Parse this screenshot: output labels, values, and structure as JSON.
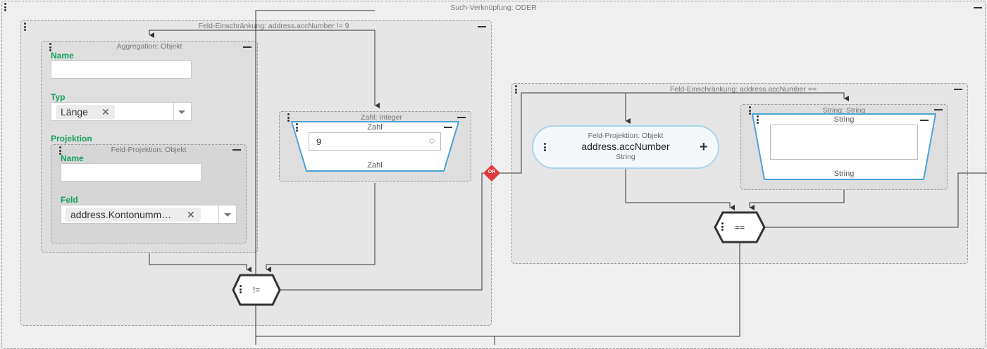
{
  "colors": {
    "green_label": "#13a05a",
    "node_blue": "#4aa3d8",
    "wire": "#333333",
    "or_red": "#e03a3a"
  },
  "outer_group": {
    "title": "Such-Verknüpfung: ODER"
  },
  "left_group": {
    "title": "Feld-Einschränkung: address.accNumber != 9",
    "aggregation": {
      "title": "Aggregation: Objekt",
      "name_label": "Name",
      "name_value": "",
      "type_label": "Typ",
      "type_chip": "Länge",
      "projection_label": "Projektion",
      "projection": {
        "title": "Feld-Projektion: Objekt",
        "name_label": "Name",
        "name_value": "",
        "field_label": "Feld",
        "field_chip": "address.Kontonumm…"
      }
    },
    "number_node": {
      "title": "Zahl: Integer",
      "top_label": "Zahl",
      "value": "9",
      "bottom_label": "Zahl"
    },
    "operator": "!="
  },
  "or_badge": "OR",
  "right_group": {
    "title": "Feld-Einschränkung: address.accNumber ==",
    "projection_node": {
      "title": "Feld-Projektion: Objekt",
      "value": "address.accNumber",
      "type": "String"
    },
    "string_node": {
      "title": "String: String",
      "top_label": "String",
      "value": "",
      "bottom_label": "String"
    },
    "operator": "=="
  },
  "icons": {
    "drag": "drag-handle-icon",
    "collapse": "minus-icon",
    "remove": "close-icon",
    "dropdown": "caret-down-icon",
    "stepper": "stepper-icon",
    "add": "plus-icon",
    "resize": "resize-handle-icon"
  }
}
